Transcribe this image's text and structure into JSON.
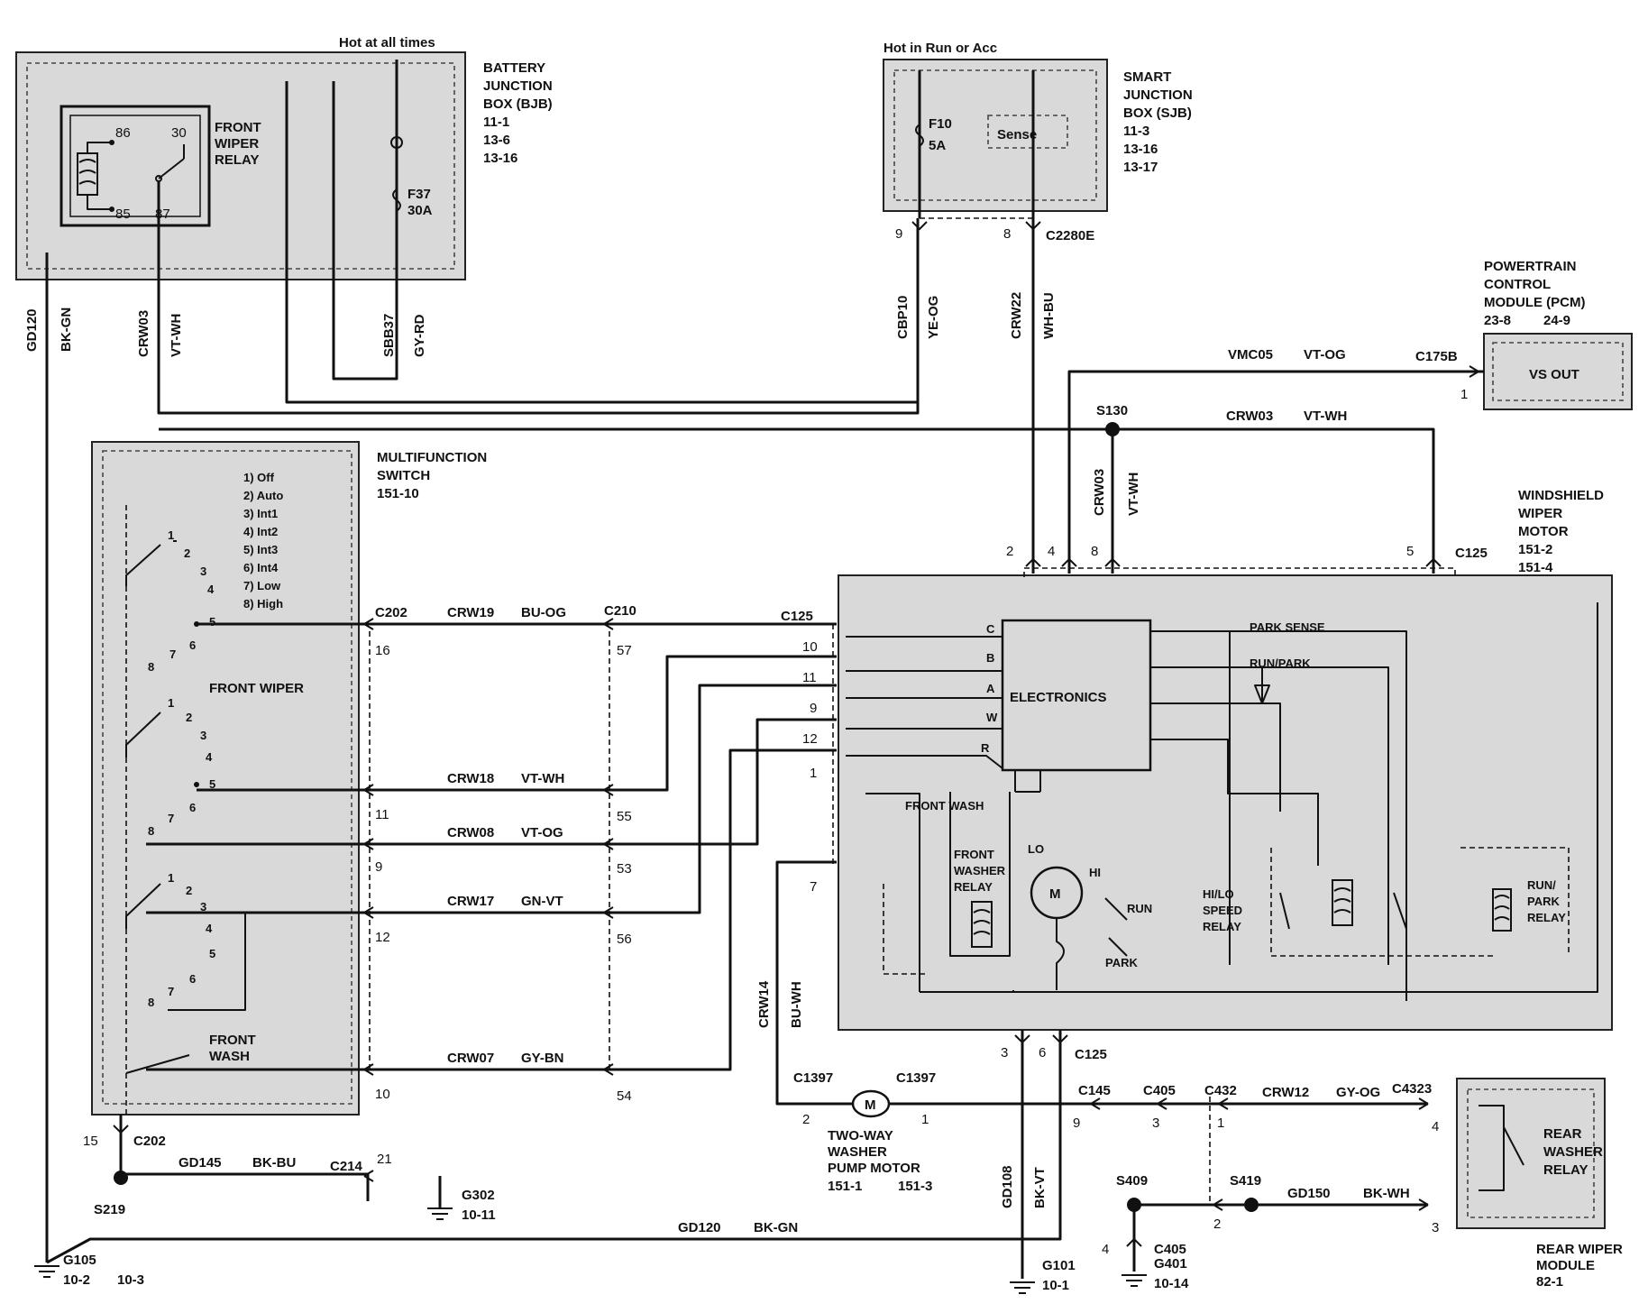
{
  "title": "",
  "hot_labels": {
    "at_all_times": "Hot at all times",
    "run_acc": "Hot in Run or Acc"
  },
  "components": {
    "bjb": {
      "lines": [
        "BATTERY",
        "JUNCTION",
        "BOX (BJB)",
        "11-1",
        "13-6",
        "13-16"
      ]
    },
    "front_wiper_relay": {
      "lines": [
        "FRONT",
        "WIPER",
        "RELAY"
      ],
      "pins": [
        "86",
        "30",
        "85",
        "87"
      ]
    },
    "fuse_f37": {
      "name": "F37",
      "rating": "30A"
    },
    "sjb": {
      "lines": [
        "SMART",
        "JUNCTION",
        "BOX (SJB)",
        "11-3",
        "13-16",
        "13-17"
      ]
    },
    "fuse_f10": {
      "name": "F10",
      "rating": "5A"
    },
    "sense": "Sense",
    "pcm": {
      "lines": [
        "POWERTRAIN",
        "CONTROL",
        "MODULE (PCM)"
      ],
      "refs": [
        "23-8",
        "24-9"
      ],
      "pin_label": "VS OUT"
    },
    "mfs": {
      "lines": [
        "MULTIFUNCTION",
        "SWITCH",
        "151-10"
      ],
      "positions": [
        "1) Off",
        "2) Auto",
        "3) Int1",
        "4) Int2",
        "5) Int3",
        "6) Int4",
        "7) Low",
        "8) High"
      ],
      "front_wiper_label": "FRONT WIPER",
      "front_wash_label": [
        "FRONT",
        "WASH"
      ]
    },
    "wwm": {
      "lines": [
        "WINDSHIELD",
        "WIPER",
        "MOTOR",
        "151-2",
        "151-4"
      ],
      "electronics": "ELECTRONICS",
      "park_sense": "PARK SENSE",
      "run_park": "RUN/PARK",
      "front_wash": "FRONT WASH",
      "front_washer_relay": [
        "FRONT",
        "WASHER",
        "RELAY"
      ],
      "hilo_relay": [
        "HI/LO",
        "SPEED",
        "RELAY"
      ],
      "run_park_relay": [
        "RUN/",
        "PARK",
        "RELAY"
      ],
      "letters": [
        "C",
        "B",
        "A",
        "W",
        "R"
      ],
      "motor": {
        "m": "M",
        "lo": "LO",
        "hi": "HI",
        "run": "RUN",
        "park": "PARK"
      }
    },
    "washer_pump": {
      "lines": [
        "TWO-WAY",
        "WASHER",
        "PUMP MOTOR"
      ],
      "refs": [
        "151-1",
        "151-3"
      ]
    },
    "rear_wiper_module": {
      "lines": [
        "REAR WIPER",
        "MODULE",
        "82-1"
      ],
      "relay": [
        "REAR",
        "WASHER",
        "RELAY"
      ]
    }
  },
  "connectors": {
    "c202": "C202",
    "c210": "C210",
    "c125": "C125",
    "c2280e": "C2280E",
    "c175b": "C175B",
    "c1397": "C1397",
    "c145": "C145",
    "c405": "C405",
    "c432": "C432",
    "c4323": "C4323",
    "c214": "C214"
  },
  "splices": {
    "s130": "S130",
    "s219": "S219",
    "s409": "S409",
    "s419": "S419"
  },
  "grounds": {
    "g105": {
      "name": "G105",
      "refs": [
        "10-2",
        "10-3"
      ]
    },
    "g302": {
      "name": "G302",
      "ref": "10-11"
    },
    "g101": {
      "name": "G101",
      "ref": "10-1"
    },
    "g401": {
      "name": "G401",
      "ref": "10-14"
    }
  },
  "circuits": [
    {
      "circuit": "GD120",
      "color": "BK-GN"
    },
    {
      "circuit": "CRW03",
      "color": "VT-WH"
    },
    {
      "circuit": "SBB37",
      "color": "GY-RD"
    },
    {
      "circuit": "CBP10",
      "color": "YE-OG"
    },
    {
      "circuit": "CRW22",
      "color": "WH-BU"
    },
    {
      "circuit": "VMC05",
      "color": "VT-OG"
    },
    {
      "circuit": "CRW19",
      "color": "BU-OG"
    },
    {
      "circuit": "CRW18",
      "color": "VT-WH"
    },
    {
      "circuit": "CRW08",
      "color": "VT-OG"
    },
    {
      "circuit": "CRW17",
      "color": "GN-VT"
    },
    {
      "circuit": "CRW07",
      "color": "GY-BN"
    },
    {
      "circuit": "CRW14",
      "color": "BU-WH"
    },
    {
      "circuit": "CRW12",
      "color": "GY-OG"
    },
    {
      "circuit": "GD145",
      "color": "BK-BU"
    },
    {
      "circuit": "GD150",
      "color": "BK-WH"
    },
    {
      "circuit": "GD108",
      "color": "BK-VT"
    }
  ],
  "pins": {
    "sjb_9": "9",
    "sjb_8": "8",
    "pcm_1": "1",
    "mfs": [
      "16",
      "11",
      "9",
      "12",
      "10"
    ],
    "c210": [
      "57",
      "55",
      "53",
      "56",
      "54"
    ],
    "c125_left": [
      "10",
      "11",
      "9",
      "12",
      "1",
      "7"
    ],
    "c125_top": [
      "2",
      "4",
      "8",
      "5"
    ],
    "c125_bottom": [
      "3",
      "6"
    ],
    "c202_15": "15",
    "c214_21": "21",
    "c1397": [
      "2",
      "1"
    ],
    "c145_9": "9",
    "c405_3": "3",
    "c432_1": "1",
    "c432_2": "2",
    "c405_4": "4",
    "rwm": [
      "4",
      "3"
    ]
  }
}
